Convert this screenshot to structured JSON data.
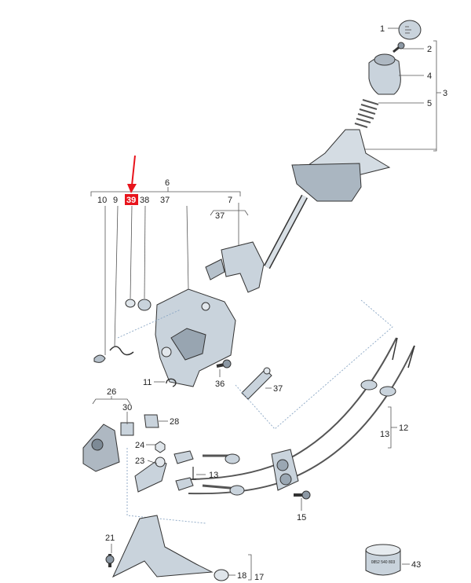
{
  "callouts": {
    "c1": "1",
    "c2": "2",
    "c3": "3",
    "c4": "4",
    "c5": "5",
    "c6": "6",
    "c7": "7",
    "c10": "10",
    "c9": "9",
    "c39": "39",
    "c38": "38",
    "c37a": "37",
    "c37b": "37",
    "c37c": "37",
    "c11": "11",
    "c36": "36",
    "c26": "26",
    "c30": "30",
    "c28": "28",
    "c24": "24",
    "c23": "23",
    "c13a": "13",
    "c13b": "13",
    "c12": "12",
    "c15": "15",
    "c21": "21",
    "c18": "18",
    "c17": "17",
    "c43": "43"
  },
  "label_43": "0852 540 803",
  "colors": {
    "highlight": "#e8141c",
    "arrow": "#e8141c",
    "part_fill": "#c9d3dc",
    "part_dark": "#8c98a4",
    "dash": "#8aa6c4"
  }
}
